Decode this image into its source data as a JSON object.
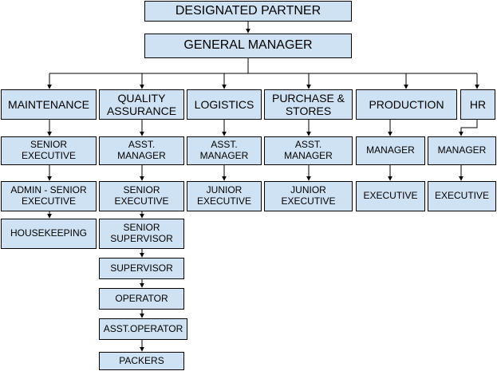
{
  "org_chart": {
    "top": "DESIGNATED PARTNER",
    "general_manager": "GENERAL MANAGER",
    "departments": [
      {
        "name": "MAINTENANCE",
        "roles": [
          "SENIOR EXECUTIVE",
          "ADMIN - SENIOR EXECUTIVE",
          "HOUSEKEEPING"
        ]
      },
      {
        "name": "QUALITY ASSURANCE",
        "roles": [
          "ASST. MANAGER",
          "SENIOR EXECUTIVE",
          "SENIOR SUPERVISOR",
          "SUPERVISOR",
          "OPERATOR",
          "ASST.OPERATOR",
          "PACKERS"
        ]
      },
      {
        "name": "LOGISTICS",
        "roles": [
          "ASST. MANAGER",
          "JUNIOR EXECUTIVE"
        ]
      },
      {
        "name": "PURCHASE & STORES",
        "roles": [
          "ASST. MANAGER",
          "JUNIOR EXECUTIVE"
        ]
      },
      {
        "name": "PRODUCTION",
        "roles": [
          "MANAGER",
          "EXECUTIVE"
        ]
      },
      {
        "name": "HR",
        "roles": [
          "MANAGER",
          "EXECUTIVE"
        ]
      }
    ]
  },
  "colors": {
    "box_fill": "#cfe2f3",
    "box_border": "#000000",
    "connector": "#000000"
  }
}
